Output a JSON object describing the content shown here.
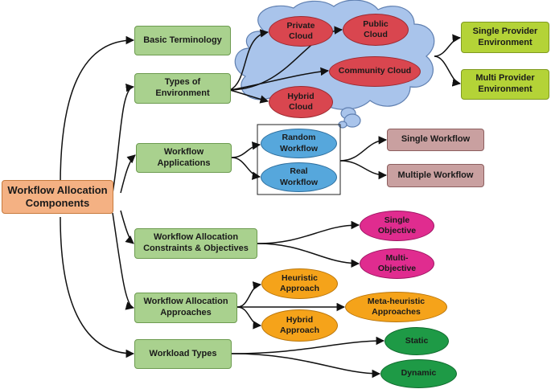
{
  "root": "Workflow Allocation Components",
  "categories": {
    "basic_terminology": "Basic Terminology",
    "types_of_environment": "Types of Environment",
    "workflow_applications": "Workflow Applications",
    "constraints_objectives": "Workflow Allocation Constraints & Objectives",
    "approaches": "Workflow Allocation Approaches",
    "workload_types": "Workload Types"
  },
  "cloud_types": {
    "private": "Private Cloud",
    "public": "Public Cloud",
    "community": "Community Cloud",
    "hybrid": "Hybrid Cloud"
  },
  "provider_environments": {
    "single": "Single Provider Environment",
    "multi": "Multi Provider Environment"
  },
  "workflow_types": {
    "random": "Random Workflow",
    "real": "Real Workflow"
  },
  "workflow_counts": {
    "single": "Single Workflow",
    "multiple": "Multiple Workflow"
  },
  "objectives": {
    "single": "Single Objective",
    "multi": "Multi-Objective"
  },
  "approach_types": {
    "heuristic": "Heuristic Approach",
    "meta_heuristic": "Meta-heuristic Approaches",
    "hybrid": "Hybrid Approach"
  },
  "workloads": {
    "static": "Static",
    "dynamic": "Dynamic"
  },
  "colors": {
    "root": "#f4b183",
    "category": "#a9d18e",
    "cloud_node": "#d9464f",
    "cloud_shape": "#a9c4eb",
    "provider": "#b4d337",
    "workflow_type": "#56a7dc",
    "workflow_count": "#c9a0a0",
    "objective": "#e02c8f",
    "approach": "#f5a31a",
    "workload": "#1e9a46"
  }
}
